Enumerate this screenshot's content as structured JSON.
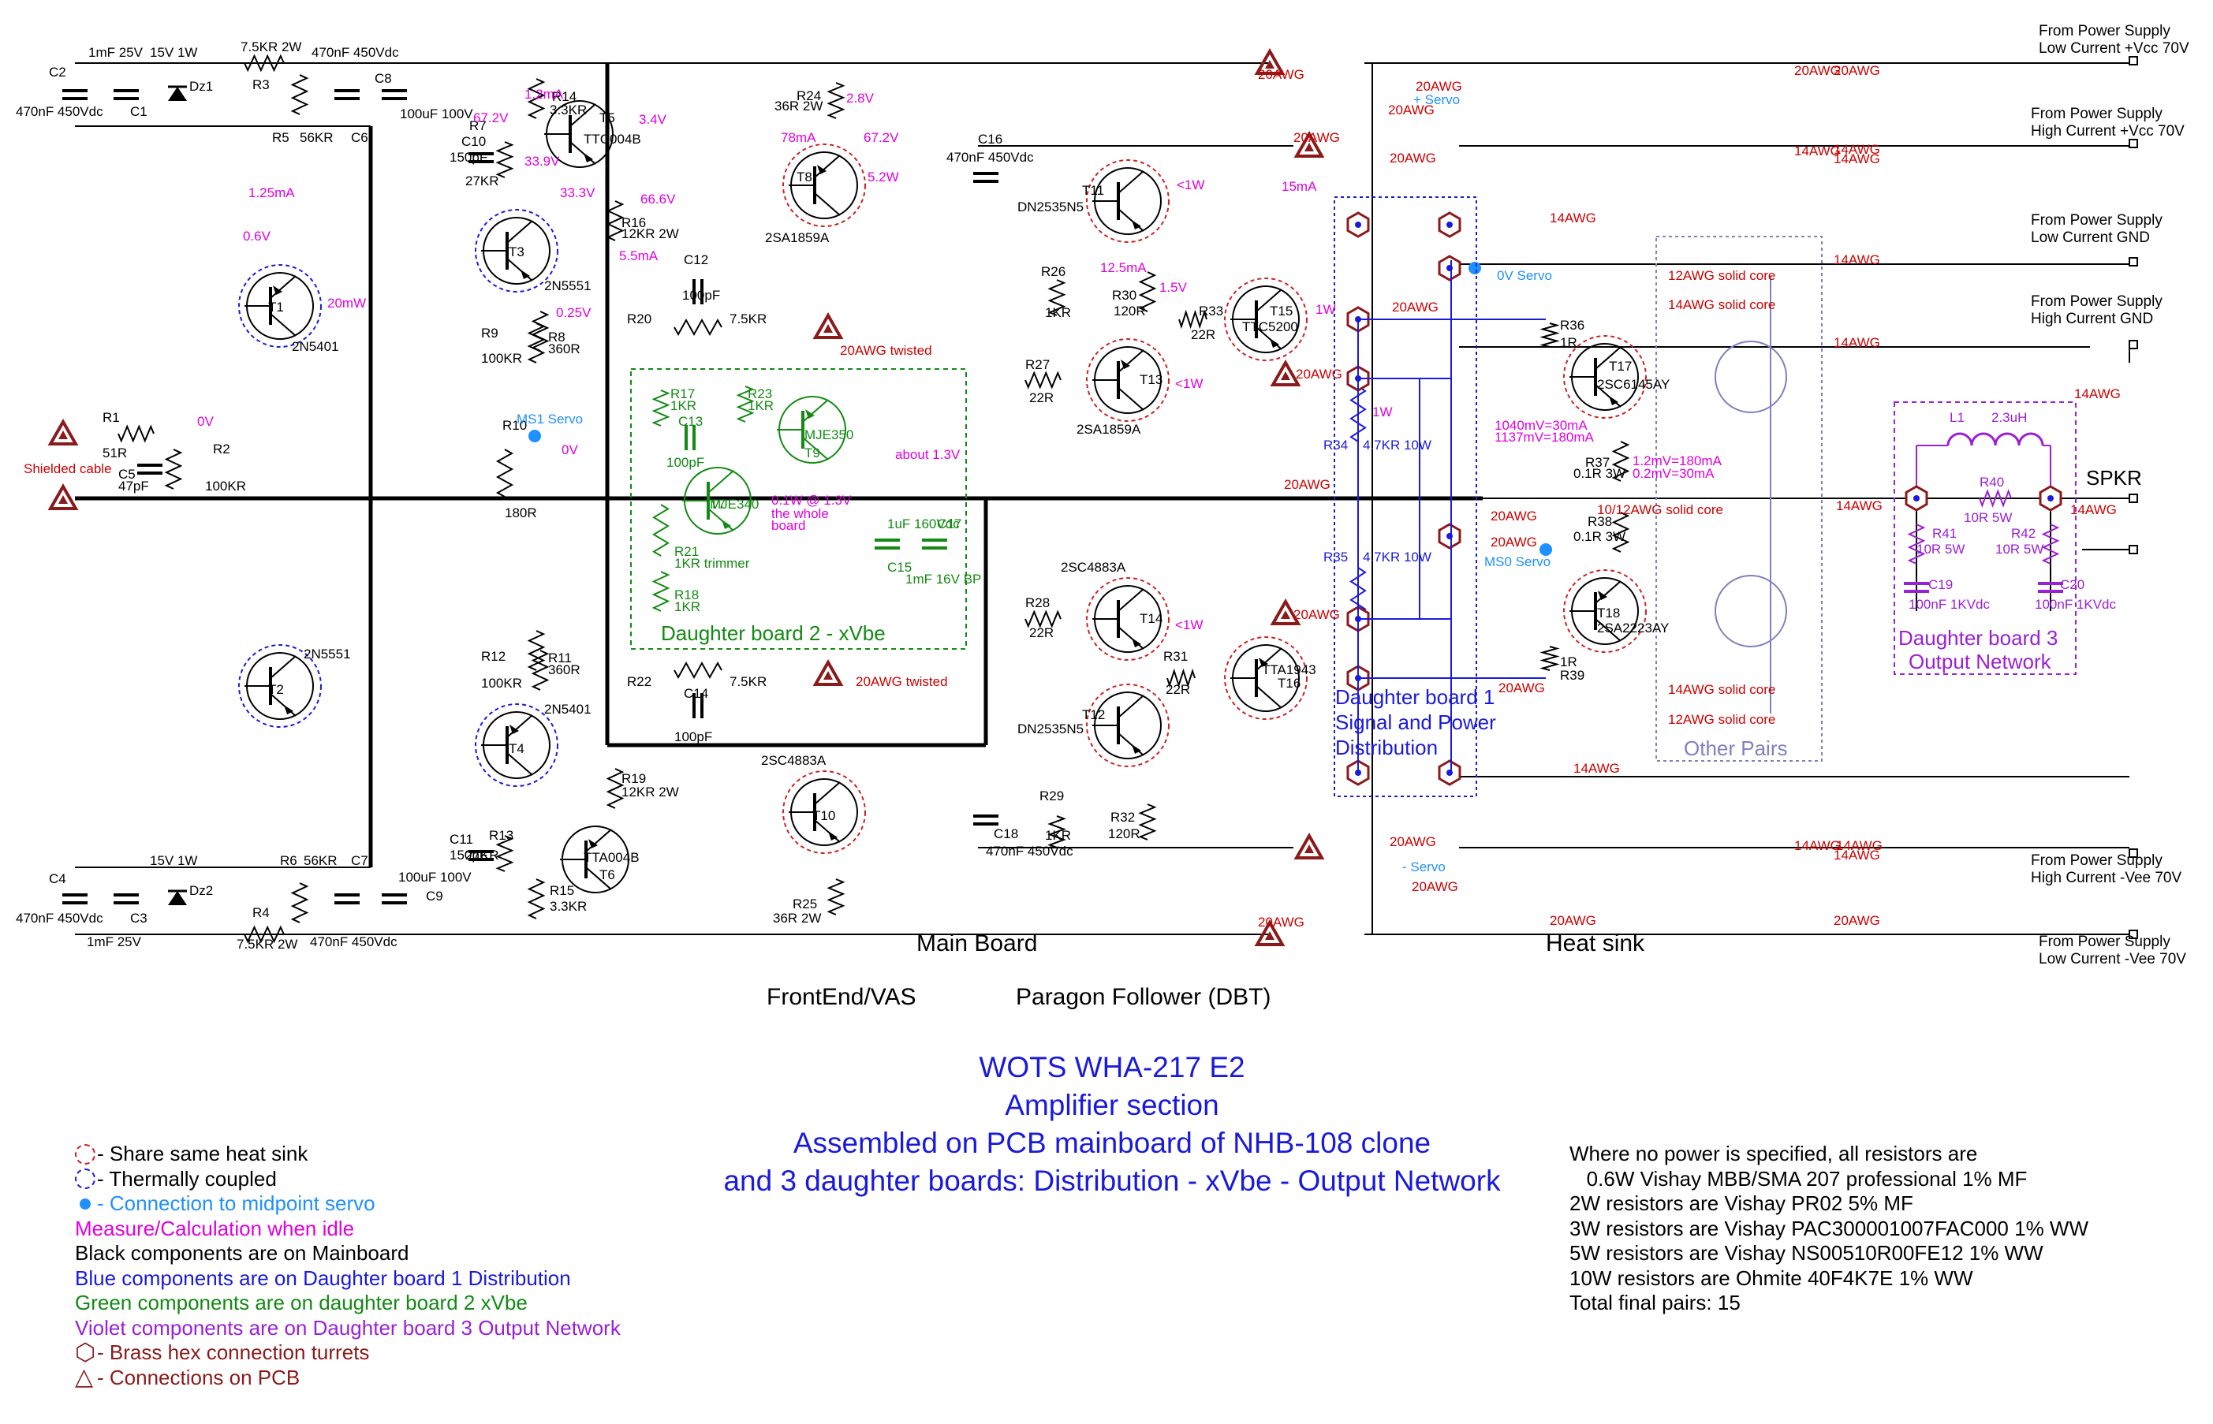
{
  "title": {
    "line1": "WOTS WHA-217 E2",
    "line2": "Amplifier section",
    "line3": "Assembled on PCB mainboard of NHB-108 clone",
    "line4": "and 3 daughter boards: Distribution - xVbe - Output Network"
  },
  "sections": {
    "main_board": "Main Board",
    "heat_sink": "Heat sink",
    "frontend": "FrontEnd/VAS",
    "follower": "Paragon Follower (DBT)"
  },
  "boards": {
    "db1": [
      "Daughter board 1",
      "Signal and Power",
      "Distribution"
    ],
    "db2": "Daughter board 2 - xVbe",
    "db3": [
      "Daughter board 3",
      "Output Network"
    ],
    "other_pairs": "Other Pairs"
  },
  "supplies": {
    "vcc_low": [
      "From Power Supply",
      "Low Current +Vcc 70V"
    ],
    "vcc_high": [
      "From Power Supply",
      "High Current +Vcc 70V"
    ],
    "gnd_low": [
      "From Power Supply",
      "Low Current GND"
    ],
    "gnd_high": [
      "From Power Supply",
      "High Current GND"
    ],
    "vee_high": [
      "From Power Supply",
      "High Current -Vee 70V"
    ],
    "vee_low": [
      "From Power Supply",
      "Low Current -Vee 70V"
    ],
    "spkr": "SPKR"
  },
  "wires": {
    "awg20": "20AWG",
    "awg14": "14AWG",
    "awg20_twisted": "20AWG twisted",
    "awg12_solid": "12AWG solid core",
    "awg14_solid": "14AWG solid core",
    "awg10_12_solid": "10/12AWG solid core"
  },
  "components": {
    "C2": "C2",
    "C2v": "470nF 450Vdc",
    "C1": "C1",
    "C1v": "1mF 25V",
    "Dz1": "Dz1",
    "Dz1v": "15V 1W",
    "R3": "R3",
    "R3v": "7.5KR 2W",
    "R5": "R5",
    "R5v": "56KR",
    "C6": "C6",
    "C6v": "470nF 450Vdc",
    "C8": "C8",
    "C8v": "100uF 100V",
    "C4": "C4",
    "C4v": "470nF 450Vdc",
    "C3": "C3",
    "C3v": "1mF 25V",
    "Dz2": "Dz2",
    "Dz2v": "15V 1W",
    "R4": "R4",
    "R4v": "7.5KR 2W",
    "R6": "R6",
    "R6v": "56KR",
    "C7": "C7",
    "C7v": "470nF 450Vdc",
    "C9": "C9",
    "C9v": "100uF 100V",
    "R1": "R1",
    "R1v": "51R",
    "C5": "C5",
    "C5v": "47pF",
    "R2": "R2",
    "R2v": "100KR",
    "shielded": "Shielded cable",
    "T1": "T1",
    "T1p": "2N5401",
    "T2": "T2",
    "T2p": "2N5551",
    "T3": "T3",
    "T3p": "2N5551",
    "T4": "T4",
    "T4p": "2N5401",
    "T5": "T5",
    "T5p": "TTC004B",
    "T6": "T6",
    "T6p": "TTA004B",
    "T7": "T7",
    "T7p": "MJE340",
    "T8": "T8",
    "T8p": "2SA1859A",
    "T9": "T9",
    "T9p": "MJE350",
    "T10": "T10",
    "T10p": "2SC4883A",
    "T11": "T11",
    "T11p": "DN2535N5",
    "T12": "T12",
    "T12p": "DN2535N5",
    "T13": "T13",
    "T13p": "2SA1859A",
    "T14": "T14",
    "T14p": "2SC4883A",
    "T15": "T15",
    "T15p": "TTC5200",
    "T16": "T16",
    "T16p": "TTA1943",
    "T17": "T17",
    "T17p": "2SC6145AY",
    "T18": "T18",
    "T18p": "2SA2223AY",
    "R7": "R7",
    "R7v": "27KR",
    "C10": "C10",
    "C10v": "150pF",
    "R13": "R13",
    "R13v": "27KR",
    "C11": "C11",
    "C11v": "150pF",
    "R14": "R14",
    "R14v": "3.3KR",
    "R15": "R15",
    "R15v": "3.3KR",
    "R16": "R16",
    "R16v": "12KR 2W",
    "R19": "R19",
    "R19v": "12KR 2W",
    "R8": "R8",
    "R8v": "360R",
    "R9": "R9",
    "R9v": "100KR",
    "R10": "R10",
    "R10v": "180R",
    "R11": "R11",
    "R11v": "360R",
    "R12": "R12",
    "R12v": "100KR",
    "R20": "R20",
    "R20v": "7.5KR",
    "C12": "C12",
    "C12v": "100pF",
    "R22": "R22",
    "R22v": "7.5KR",
    "C14": "C14",
    "C14v": "100pF",
    "R17": "R17",
    "R17v": "1KR",
    "R23": "R23",
    "R23v": "1KR",
    "C13": "C13",
    "C13v": "100pF",
    "R21": "R21",
    "R21v": "1KR trimmer",
    "R18": "R18",
    "R18v": "1KR",
    "C15": "C15",
    "C15v": "1uF 160Vdc",
    "C17": "C17",
    "C17v": "1mF 16V BP",
    "R24": "R24",
    "R24v": "36R 2W",
    "R25": "R25",
    "R25v": "36R 2W",
    "C16": "C16",
    "C16v": "470nF 450Vdc",
    "C18": "C18",
    "C18v": "470nF 450Vdc",
    "R26": "R26",
    "R26v": "1KR",
    "R29": "R29",
    "R29v": "1KR",
    "R27": "R27",
    "R27v": "22R",
    "R28": "R28",
    "R28v": "22R",
    "R30": "R30",
    "R30v": "120R",
    "R32": "R32",
    "R32v": "120R",
    "R33": "R33",
    "R33v": "22R",
    "R31": "R31",
    "R31v": "22R",
    "R34": "R34",
    "R34v": "4.7KR 10W",
    "R35": "R35",
    "R35v": "4.7KR 10W",
    "R36": "R36",
    "R36v": "1R",
    "R39": "R39",
    "R39v": "1R",
    "R37": "R37",
    "R37v": "0.1R 3W",
    "R38": "R38",
    "R38v": "0.1R 3W",
    "L1": "L1",
    "L1v": "2.3uH",
    "R40": "R40",
    "R40v": "10R 5W",
    "R41": "R41",
    "R41v": "10R 5W",
    "R42": "R42",
    "R42v": "10R 5W",
    "C19": "C19",
    "C19v": "100nF 1KVdc",
    "C20": "C20",
    "C20v": "100nF 1KVdc"
  },
  "measurements": {
    "m_1_2mA": "1.2mA",
    "m_67_2V_a": "67.2V",
    "m_33_9V": "33.9V",
    "m_3_4V": "3.4V",
    "m_33_3V": "33.3V",
    "m_66_6V": "66.6V",
    "m_5_5mA": "5.5mA",
    "m_1_25mA": "1.25mA",
    "m_0_6V": "0.6V",
    "m_20mW": "20mW",
    "m_0_25V": "0.25V",
    "m_2_8V": "2.8V",
    "m_78mA": "78mA",
    "m_67_2V_b": "67.2V",
    "m_5_2W": "5.2W",
    "m_about_1_3V": "about 1.3V",
    "m_0_1W": "0.1W @ 1.3V",
    "m_whole": "the whole",
    "m_board": "board",
    "m_lt1W_a": "<1W",
    "m_12_5mA": "12.5mA",
    "m_1_5V": "1.5V",
    "m_lt1W_b": "<1W",
    "m_lt1W_c": "<1W",
    "m_1W": "1W",
    "m_15mA": "15mA",
    "m_1W_b": "1W",
    "m_1040": "1040mV=30mA",
    "m_1137": "1137mV=180mA",
    "m_1_2mV": "1.2mV=180mA",
    "m_0_2mV": "0.2mV=30mA",
    "m_0V_a": "0V",
    "m_0V_b": "0V"
  },
  "servo": {
    "ms1": "MS1 Servo",
    "ms0": "MS0 Servo",
    "plus": "+ Servo",
    "zero": "0V Servo",
    "minus": "- Servo"
  },
  "legend": [
    {
      "symbol": "red-dashed-circle",
      "text": " - Share same heat sink",
      "color": "#000000"
    },
    {
      "symbol": "blue-dashed-circle",
      "text": " - Thermally coupled",
      "color": "#000000"
    },
    {
      "symbol": "blue-dot",
      "text": " - Connection to midpoint servo",
      "color": "#1e90ff"
    },
    {
      "symbol": "none",
      "text": "Measure/Calculation when idle",
      "color": "#e000e0"
    },
    {
      "symbol": "none",
      "text": "Black components are on Mainboard",
      "color": "#000000"
    },
    {
      "symbol": "none",
      "text": "Blue components are on Daughter board 1 Distribution",
      "color": "#1a1adc"
    },
    {
      "symbol": "none",
      "text": "Green components are on daughter board 2 xVbe",
      "color": "#138a13"
    },
    {
      "symbol": "none",
      "text": "Violet components are on Daughter board 3 Output Network",
      "color": "#9b1fd6"
    },
    {
      "symbol": "hexagon",
      "text": " - Brass hex connection turrets",
      "color": "#8b1a1a"
    },
    {
      "symbol": "triangle",
      "text": " - Connections on PCB",
      "color": "#8b1a1a"
    }
  ],
  "notes": [
    "Where no power is specified, all resistors are",
    "   0.6W Vishay MBB/SMA 207 professional 1% MF",
    "2W resistors are Vishay PR02 5% MF",
    "3W resistors are Vishay PAC300001007FAC000 1% WW",
    "5W resistors are Vishay NS00510R00FE12 1% WW",
    "10W resistors are Ohmite 40F4K7E 1% WW",
    "Total final pairs: 15"
  ],
  "colors": {
    "black": "#000000",
    "blue": "#1a1adc",
    "green": "#138a13",
    "violet": "#9b1fd6",
    "magenta": "#e000e0",
    "darkred": "#8b1a1a",
    "red": "#cc0000",
    "servo": "#1e90ff",
    "grey": "#8080c0"
  }
}
